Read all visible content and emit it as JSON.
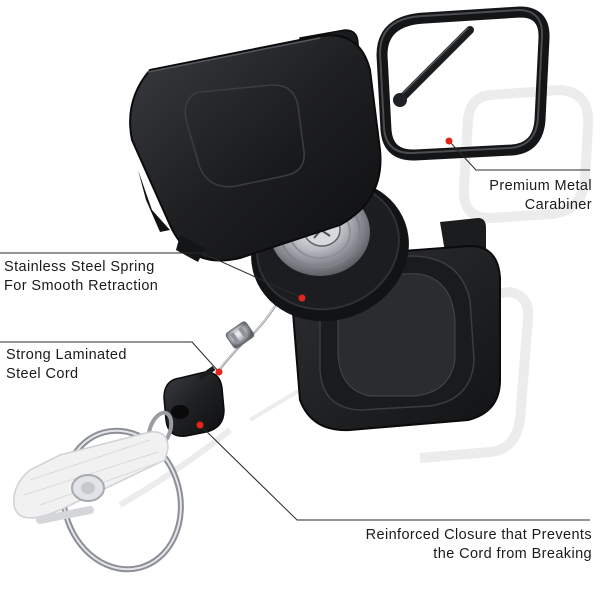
{
  "callouts": {
    "carabiner": {
      "line1": "Premium Metal",
      "line2": "Carabiner"
    },
    "spring": {
      "line1": "Stainless Steel Spring",
      "line2": "For Smooth Retraction"
    },
    "cord": {
      "line1": "Strong Laminated",
      "line2": "Steel Cord"
    },
    "closure": {
      "line1": "Reinforced Closure that Prevents",
      "line2": "the Cord from Breaking"
    }
  },
  "colors": {
    "body": "#1e1f21",
    "body_highlight": "#3a3c40",
    "marker": "#e3261b",
    "leader_line": "#2a2a2a",
    "steel": "#b8bcc2",
    "strap": "#f1f1f1"
  }
}
